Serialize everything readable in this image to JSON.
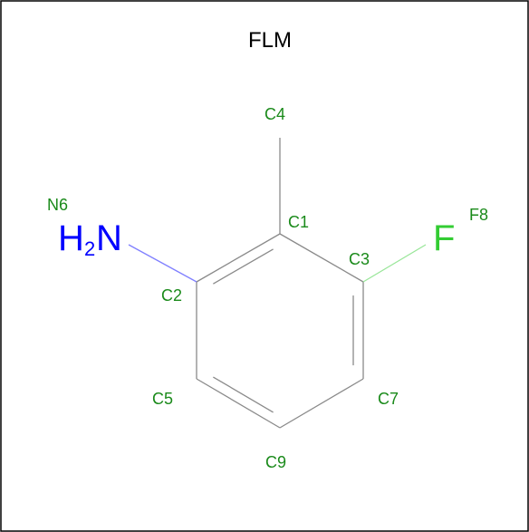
{
  "title": "FLM",
  "colors": {
    "border": "#000000",
    "bond": "#8a8a8a",
    "carbon_label": "#1a8a1a",
    "nitrogen": "#0000ff",
    "fluorine": "#33cc33",
    "nitrogen_bond": "#8080ff",
    "fluorine_bond": "#99e699"
  },
  "atoms": [
    {
      "id": "C1",
      "label": "C1"
    },
    {
      "id": "C2",
      "label": "C2"
    },
    {
      "id": "C3",
      "label": "C3"
    },
    {
      "id": "C4",
      "label": "C4"
    },
    {
      "id": "C5",
      "label": "C5"
    },
    {
      "id": "N6",
      "label": "N6"
    },
    {
      "id": "C7",
      "label": "C7"
    },
    {
      "id": "F8",
      "label": "F8"
    },
    {
      "id": "C9",
      "label": "C9"
    }
  ],
  "elements": {
    "nitrogen_group": {
      "h": "H",
      "sub": "2",
      "n": "N"
    },
    "fluorine": "F"
  },
  "bonds": [
    {
      "from": "C1",
      "to": "C4",
      "order": 1
    },
    {
      "from": "C1",
      "to": "C2",
      "order": 2
    },
    {
      "from": "C1",
      "to": "C3",
      "order": 1
    },
    {
      "from": "C2",
      "to": "C5",
      "order": 1
    },
    {
      "from": "C2",
      "to": "N6",
      "order": 1
    },
    {
      "from": "C3",
      "to": "C7",
      "order": 2
    },
    {
      "from": "C3",
      "to": "F8",
      "order": 1
    },
    {
      "from": "C5",
      "to": "C9",
      "order": 2
    },
    {
      "from": "C7",
      "to": "C9",
      "order": 1
    }
  ]
}
